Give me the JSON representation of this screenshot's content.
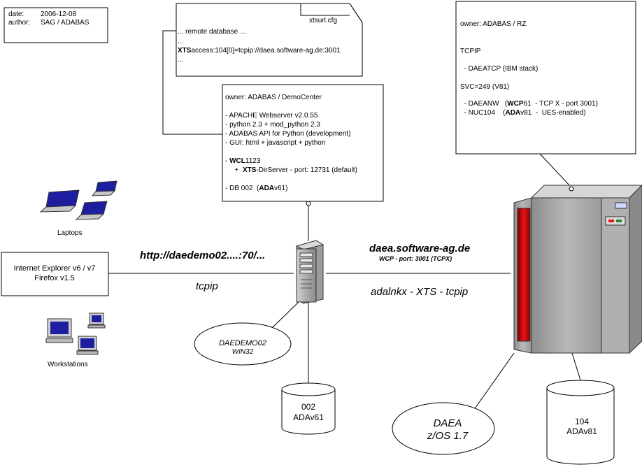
{
  "meta_box": {
    "date_label": "date:",
    "date_value": "2006-12-08",
    "author_label": "author:",
    "author_value": "SAG / ADABAS"
  },
  "config_file": {
    "filename": "xtsurl.cfg",
    "line1": "... remote database ...",
    "line2": "...",
    "line3_bold": "XTS",
    "line3_rest": "access:104[0]=tcpip://daea.software-ag.de:3001",
    "line4": "..."
  },
  "democenter_box": {
    "owner": "owner: ADABAS / DemoCenter",
    "l1": "- APACHE Webserver  v2.0.55",
    "l2": "- python 2.3 + mod_python 2.3",
    "l3": "- ADABAS API for Python (development)",
    "l4": "- GUI:  html + javascript + python",
    "wcl_prefix": "- ",
    "wcl_bold": "WCL",
    "wcl_rest": "1123",
    "xts_prefix": "  +  ",
    "xts_bold": "XTS",
    "xts_rest": "-DirServer - port: 12731 (default)",
    "db_prefix": "- DB 002  (",
    "db_bold": "ADA",
    "db_rest": "v61)"
  },
  "rz_box": {
    "owner": "owner: ADABAS   / RZ",
    "tcpip": "TCPIP",
    "daeatcp": "  - DAEATCP (IBM stack)",
    "svc": "SVC=249 (V81)",
    "daeanw_prefix": "  - DAEANW   (",
    "daeanw_bold": "WCP",
    "daeanw_rest": "61  - TCP X - port 3001)",
    "nuc_prefix": "  - NUC104    (",
    "nuc_bold": "ADA",
    "nuc_rest": "v81  -  UES-enabled)"
  },
  "clients": {
    "laptops_label": "Laptops",
    "workstations_label": "Workstations",
    "browser_line1": "Internet Explorer  v6 /  v7",
    "browser_line2": "Firefox  v1.5"
  },
  "connections": {
    "http_label": "http://daedemo02....:70/...",
    "tcpip_label": "tcpip",
    "host_label": "daea.software-ag.de",
    "wcp_label": "WCP - port: 3001  (TCPX)",
    "adalnkx_label": "adalnkx - XTS - tcpip"
  },
  "server_ellipse": {
    "line1": "DAEDEMO02",
    "line2": "WIN32"
  },
  "db002": {
    "line1": "002",
    "line2": "ADAv61"
  },
  "mainframe_ellipse": {
    "line1": "DAEA",
    "line2": "z/OS 1.7"
  },
  "db104": {
    "line1": "104",
    "line2": "ADAv81"
  },
  "colors": {
    "mainframe_red": "#e8141a",
    "mainframe_gray": "#a9a9a9",
    "screen_blue": "#1e1ea0"
  }
}
